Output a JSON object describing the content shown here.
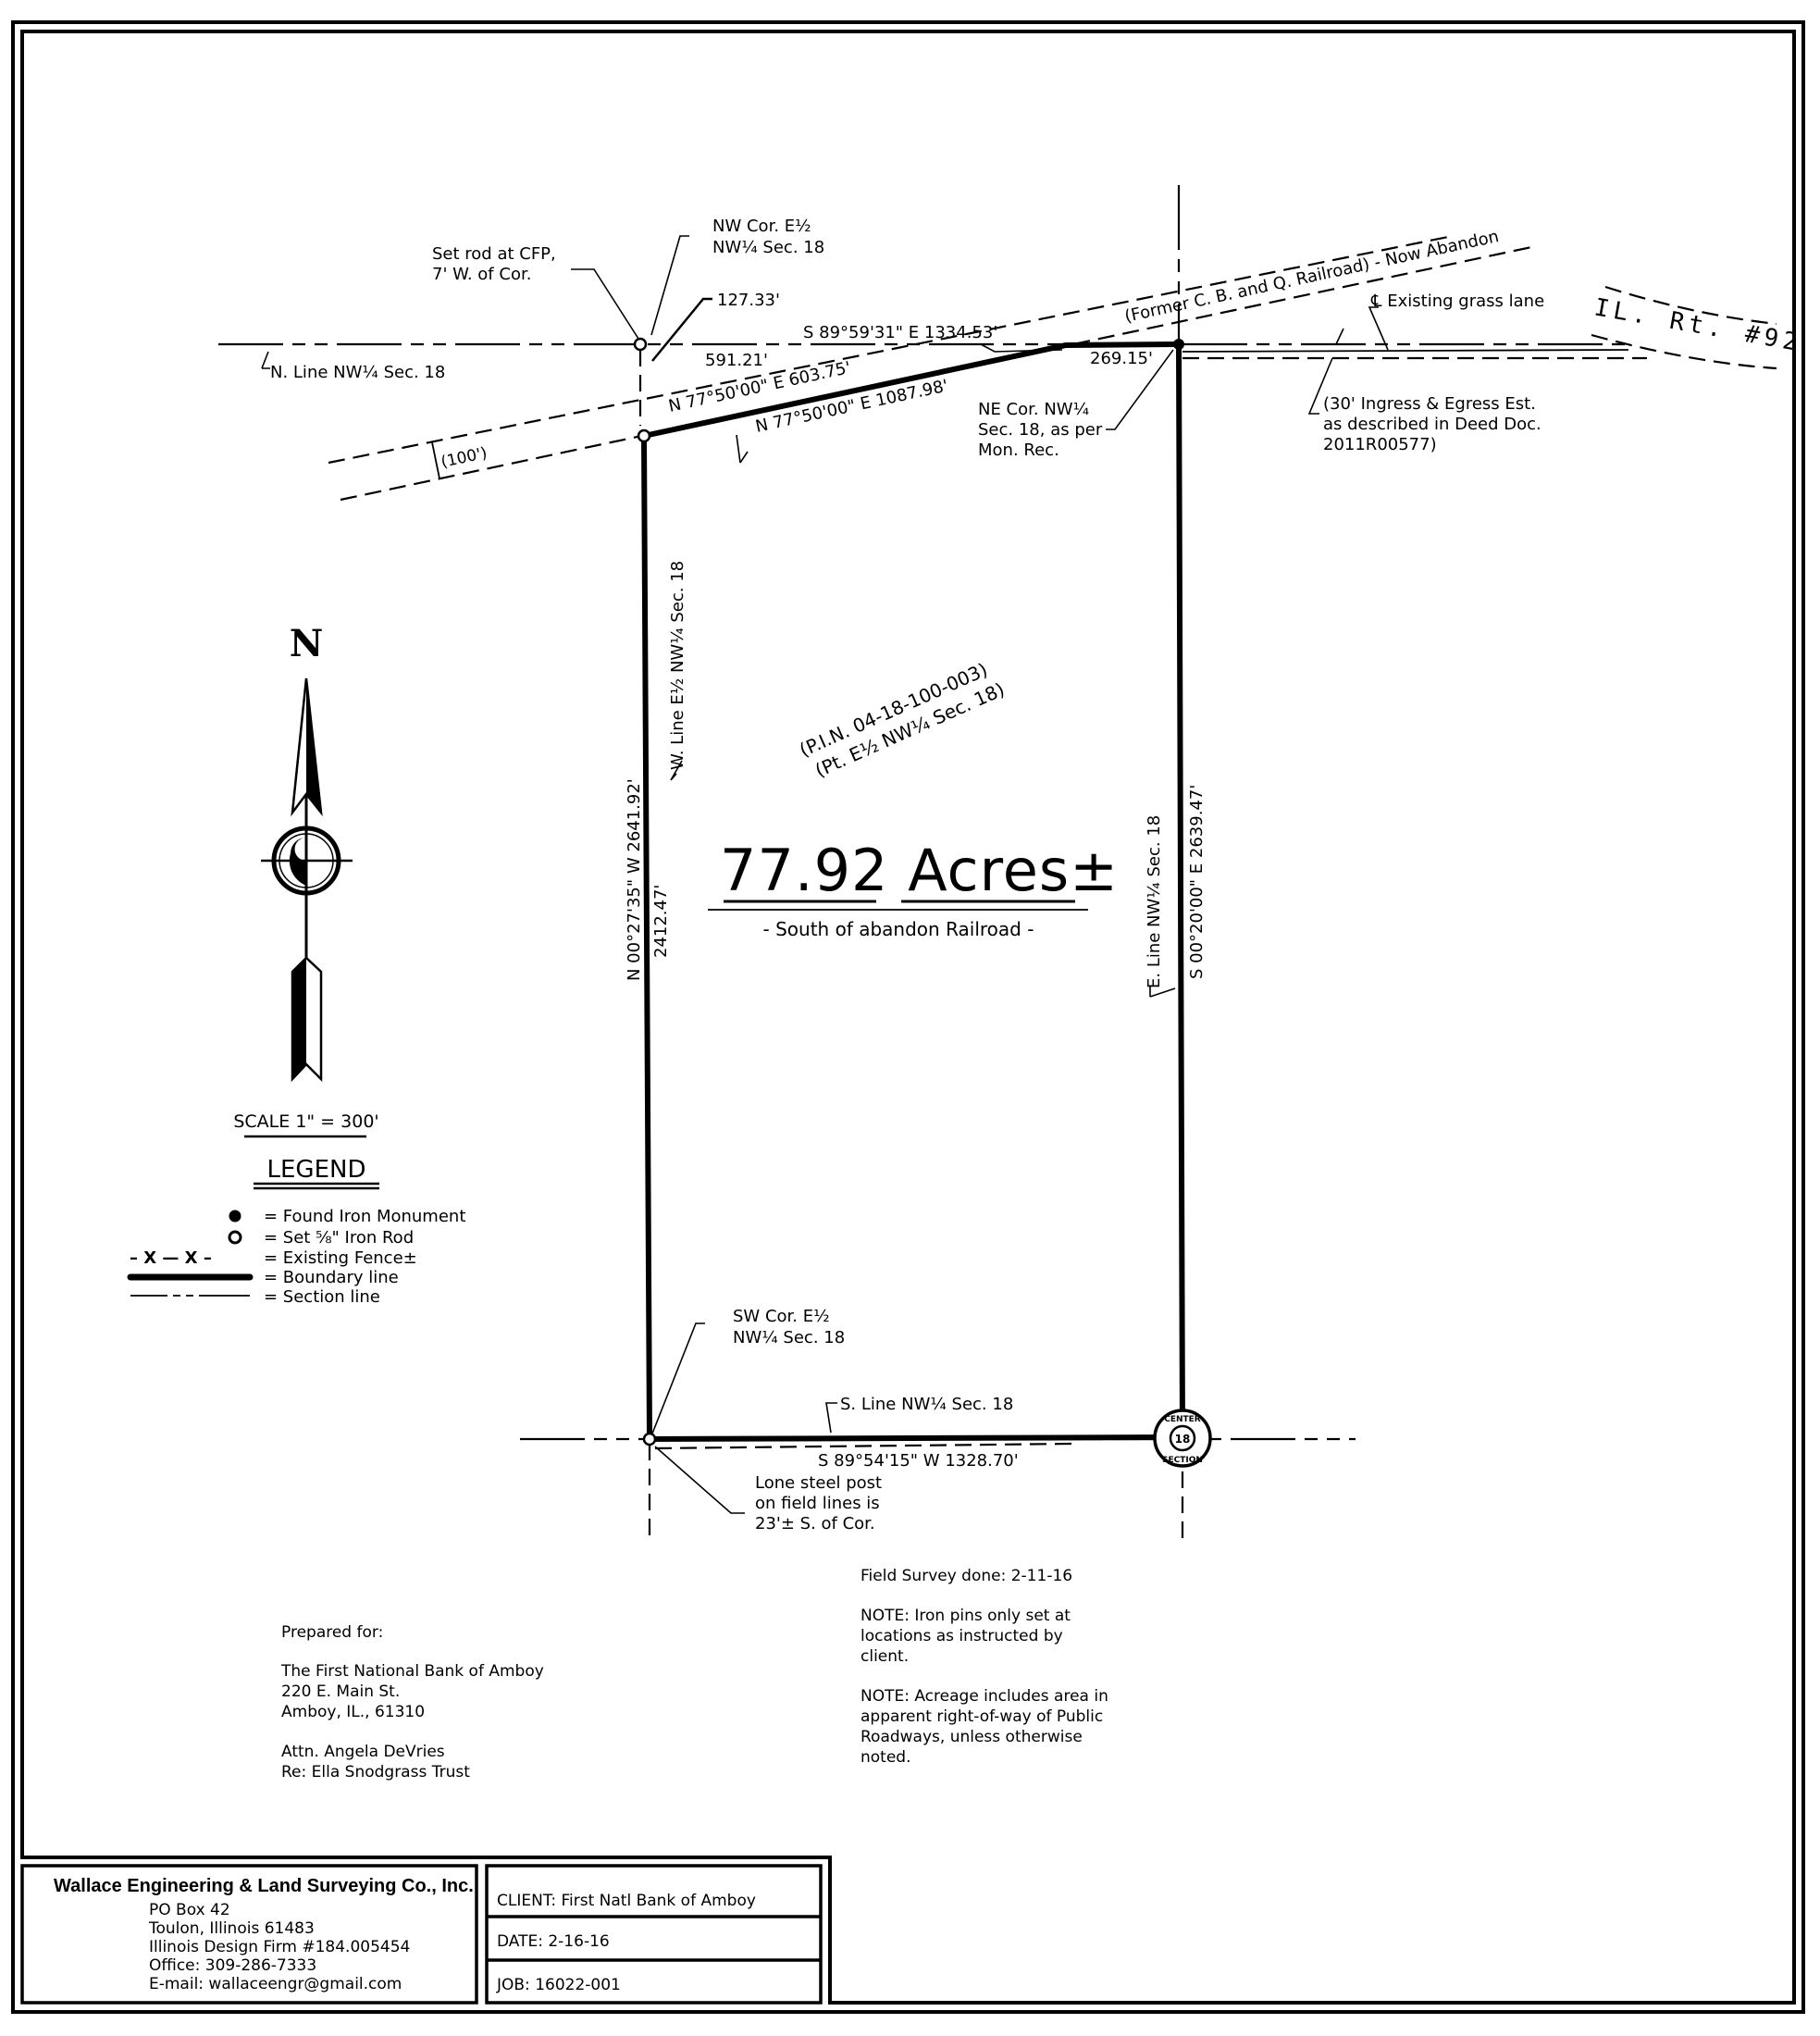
{
  "survey": {
    "acreage": "77.92 Acres±",
    "acreage_note": "- South of abandon Railroad -",
    "pin_line1": "(P.I.N. 04-18-100-003)",
    "pin_line2": "(Pt. E½ NW¼ Sec. 18)",
    "north_label": "N",
    "scale": "SCALE  1\" = 300'"
  },
  "annotations": {
    "set_rod": [
      "Set rod at CFP,",
      "7' W. of Cor."
    ],
    "nw_corner": [
      "NW Cor. E½",
      "NW¼ Sec. 18"
    ],
    "dist_127": "127.33'",
    "north_line_bearing": "S 89°59'31\" E  1334.53'",
    "dist_591": "591.21'",
    "rail_bearing_603": "N 77°50'00\" E  603.75'",
    "boundary_bearing_1087": "N 77°50'00\" E  1087.98'",
    "dist_269": "269.15'",
    "north_line_label": "N. Line NW¼ Sec. 18",
    "row_width": "(100')",
    "railroad": "(Former C. B. and Q. Railroad) - Now Abandon",
    "grass_lane": "℄ Existing grass lane",
    "route": "IL. Rt. #92",
    "ne_corner": [
      "NE Cor. NW¼",
      "Sec. 18, as per",
      "Mon. Rec."
    ],
    "easement": [
      "(30' Ingress & Egress Est.",
      "as described in Deed Doc.",
      "2011R00577)"
    ],
    "west_line_label": "W. Line E½ NW¼ Sec. 18",
    "west_bearing": "N 00°27'35\" W  2641.92'",
    "west_dist": "2412.47'",
    "east_line_label": "E. Line NW¼ Sec. 18",
    "east_bearing": "S 00°20'00\" E  2639.47'",
    "sw_corner": [
      "SW Cor. E½",
      "NW¼ Sec. 18"
    ],
    "south_line_label": "S. Line NW¼ Sec. 18",
    "south_bearing": "S 89°54'15\" W  1328.70'",
    "steel_post": [
      "Lone steel post",
      "on field lines is",
      "23'± S. of Cor."
    ],
    "center_monument": [
      "CENTER",
      "SECTION",
      "18"
    ]
  },
  "legend": {
    "title": "LEGEND",
    "items": [
      {
        "symbol": "found-iron-monument",
        "label": "= Found Iron Monument"
      },
      {
        "symbol": "set-iron-rod",
        "label": "= Set ⅝\" Iron Rod"
      },
      {
        "symbol": "existing-fence",
        "label": "= Existing Fence±",
        "glyph": "– X — X –"
      },
      {
        "symbol": "boundary-line",
        "label": "= Boundary line"
      },
      {
        "symbol": "section-line",
        "label": "= Section line"
      }
    ]
  },
  "prepared_for": {
    "heading": "Prepared for:",
    "lines": [
      "The First National Bank of Amboy",
      "220 E. Main St.",
      "Amboy, IL., 61310"
    ],
    "attn": "Attn. Angela DeVries",
    "re": "Re: Ella Snodgrass Trust"
  },
  "notes": {
    "field_survey": "Field Survey done: 2-11-16",
    "note1": [
      "NOTE: Iron pins only set at",
      "locations as instructed by",
      "client."
    ],
    "note2": [
      "NOTE: Acreage includes area in",
      "apparent right-of-way of Public",
      "Roadways, unless otherwise",
      "noted."
    ]
  },
  "title_block": {
    "firm": "Wallace Engineering & Land Surveying Co., Inc.",
    "address": [
      "PO Box 42",
      "Toulon, Illinois 61483",
      "Illinois Design Firm #184.005454",
      "Office: 309-286-7333",
      "E-mail: wallaceengr@gmail.com"
    ],
    "client": "CLIENT: First Natl Bank of Amboy",
    "date": "DATE: 2-16-16",
    "job": "JOB: 16022-001"
  }
}
